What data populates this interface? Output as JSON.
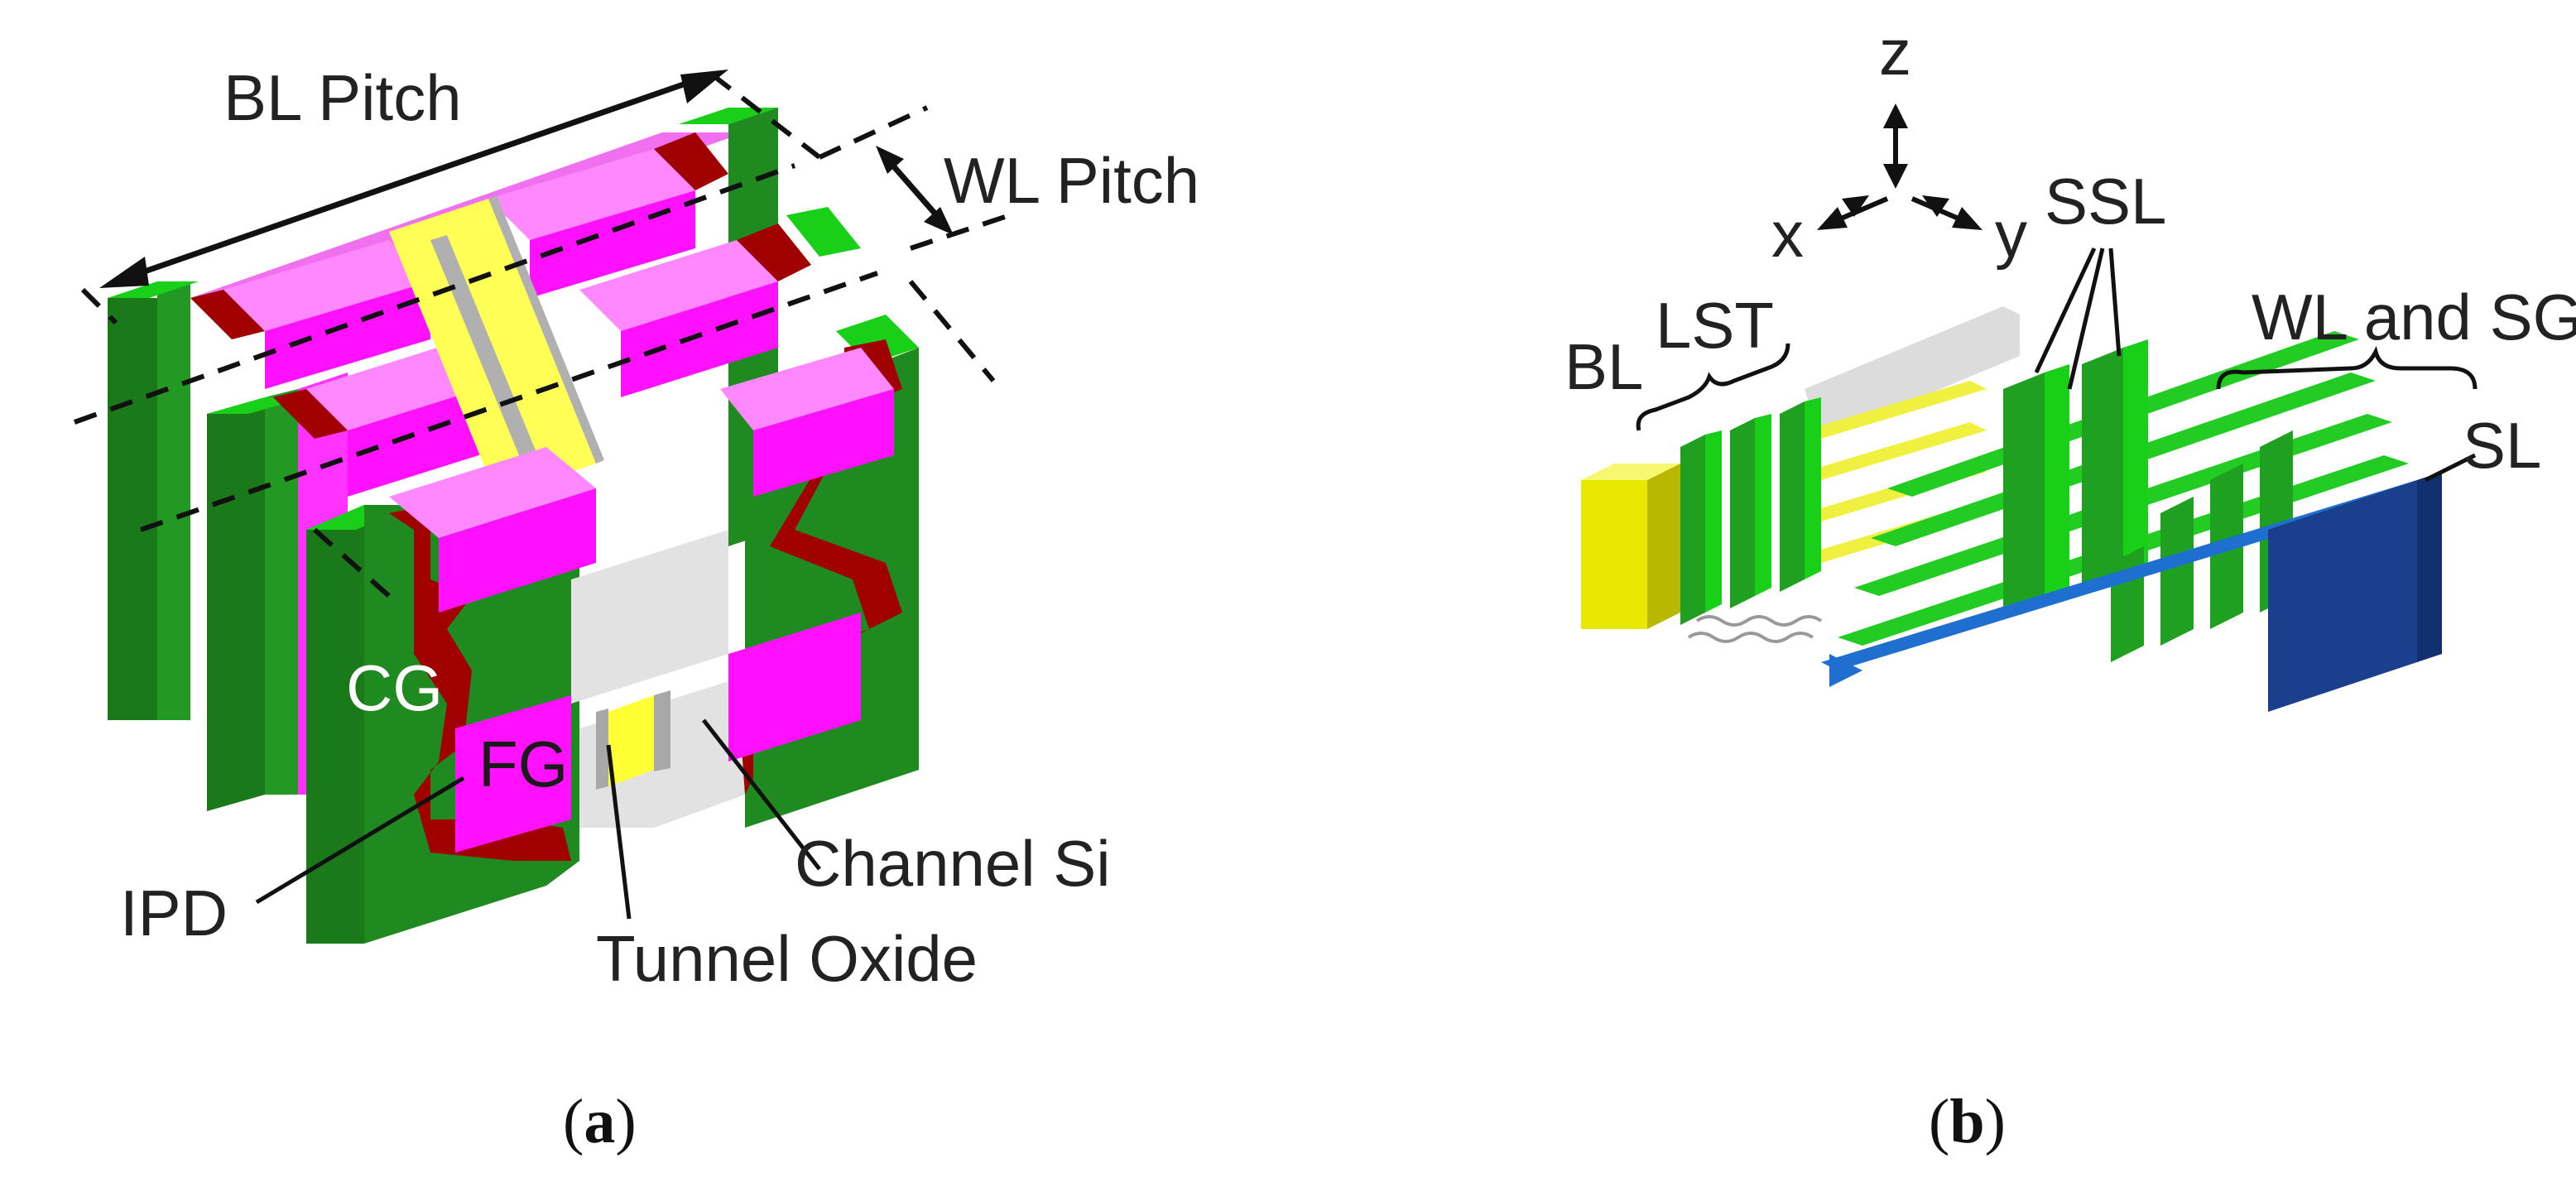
{
  "panel_a": {
    "caption_open": "(",
    "caption_letter": "a",
    "caption_close": ")",
    "labels": {
      "bl_pitch": "BL Pitch",
      "wl_pitch": "WL Pitch",
      "cg": "CG",
      "fg": "FG",
      "ipd": "IPD",
      "tunnel_oxide": "Tunnel Oxide",
      "channel_si": "Channel Si"
    }
  },
  "panel_b": {
    "caption_open": "(",
    "caption_letter": "b",
    "caption_close": ")",
    "axes": {
      "z": "z",
      "x": "x",
      "y": "y"
    },
    "labels": {
      "bl": "BL",
      "lst": "LST",
      "ssl": "SSL",
      "wl_sg": "WL and SG",
      "sl": "SL"
    }
  },
  "colors": {
    "cg_dark_green": "#1f8a1f",
    "cg_light_green": "#16c816",
    "ipd_dark_red": "#a00000",
    "fg_magenta": "#ff00ff",
    "fg_light_magenta": "#ff88ff",
    "channel_yellow": "#ffff44",
    "tunnel_oxide_gray": "#a8a8a8",
    "channel_si_lightgray": "#e2e2e2",
    "bl_yellow": "#e0e000",
    "sl_blue": "#1a3f8c",
    "sl_line_blue": "#1e6fd0"
  }
}
